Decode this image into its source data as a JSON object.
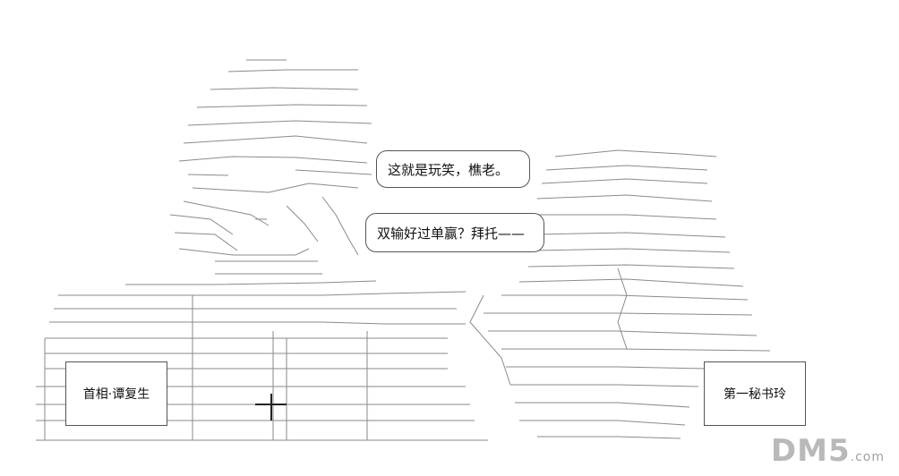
{
  "bubbles": {
    "top": "这就是玩笑，樵老。",
    "bottom": "双输好过单赢？拜托——"
  },
  "labels": {
    "left": "首相·谭复生",
    "right": "第一秘书玲"
  },
  "watermark": {
    "brand": "DM5",
    "suffix": ".com"
  },
  "colors": {
    "line": "#8a8a8a",
    "text": "#111111",
    "watermark": "#b9b9b9"
  }
}
